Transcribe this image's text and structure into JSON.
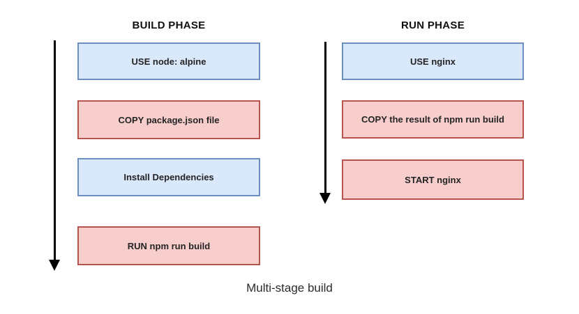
{
  "diagram": {
    "caption": "Multi-stage build",
    "colors": {
      "blue_fill": "#dae8fc",
      "blue_border": "#6c8ebf",
      "red_fill": "#f8cecc",
      "red_border": "#b85450",
      "arrow_color": "#000000"
    },
    "columns": [
      {
        "title": "BUILD PHASE",
        "steps": [
          {
            "label": "USE node: alpine",
            "color": "blue"
          },
          {
            "label": "COPY package.json file",
            "color": "red"
          },
          {
            "label": "Install Dependencies",
            "color": "blue"
          },
          {
            "label": "RUN npm run build",
            "color": "red"
          }
        ]
      },
      {
        "title": "RUN PHASE",
        "steps": [
          {
            "label": "USE nginx",
            "color": "blue"
          },
          {
            "label": "COPY the result of npm run build",
            "color": "red"
          },
          {
            "label": "START nginx",
            "color": "red"
          }
        ]
      }
    ]
  }
}
